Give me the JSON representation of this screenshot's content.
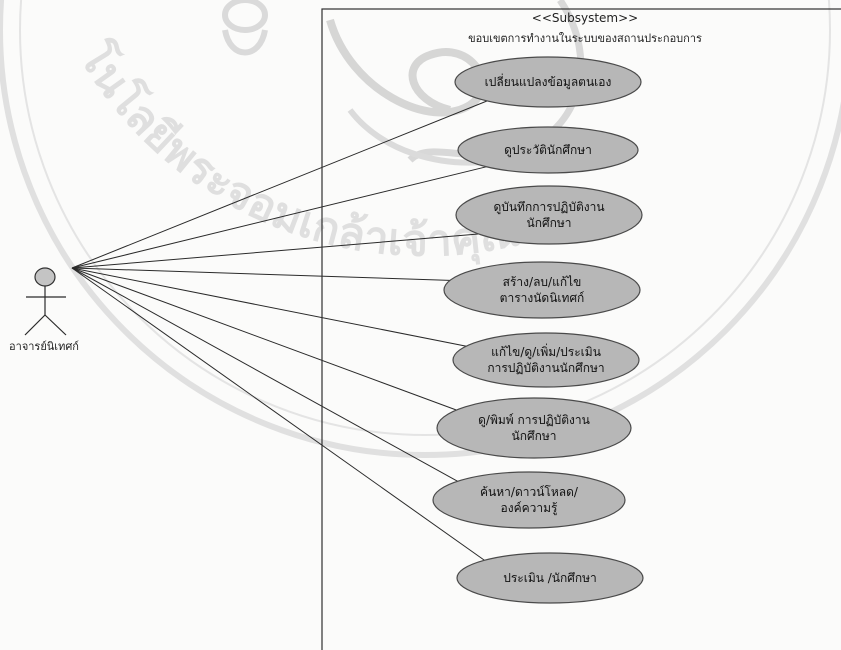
{
  "watermark": {
    "upper_text": "โนโลยีพระจอมเกล้าเจ้าคุณทหา",
    "emblem_description_icon": "university-seal-icon"
  },
  "system": {
    "stereotype": "<<Subsystem>>",
    "name": "ขอบเขตการทำงานในระบบของสถานประกอบการ"
  },
  "actor": {
    "name": "อาจารย์นิเทศก์",
    "icon": "stick-figure-actor-icon"
  },
  "use_cases": [
    {
      "lines": [
        "เปลี่ยนแปลงข้อมูลตนเอง"
      ]
    },
    {
      "lines": [
        "ดูประวัตินักศึกษา"
      ]
    },
    {
      "lines": [
        "ดูบันทึกการปฏิบัติงาน",
        "นักศึกษา"
      ]
    },
    {
      "lines": [
        "สร้าง/ลบ/แก้ไข",
        "ตารางนัดนิเทศก์"
      ]
    },
    {
      "lines": [
        "แก้ไข/ดู/เพิ่ม/ประเมิน",
        "การปฏิบัติงานนักศึกษา"
      ]
    },
    {
      "lines": [
        "ดู/พิมพ์ การปฏิบัติงาน",
        "นักศึกษา"
      ]
    },
    {
      "lines": [
        "ค้นหา/ดาวน์โหลด/",
        "องค์ความรู้"
      ]
    },
    {
      "lines": [
        "ประเมิน /นักศึกษา"
      ]
    }
  ],
  "colors": {
    "usecase_fill": "#b7b7b7",
    "line": "#2a2a2a",
    "background": "#fbfbfa"
  }
}
